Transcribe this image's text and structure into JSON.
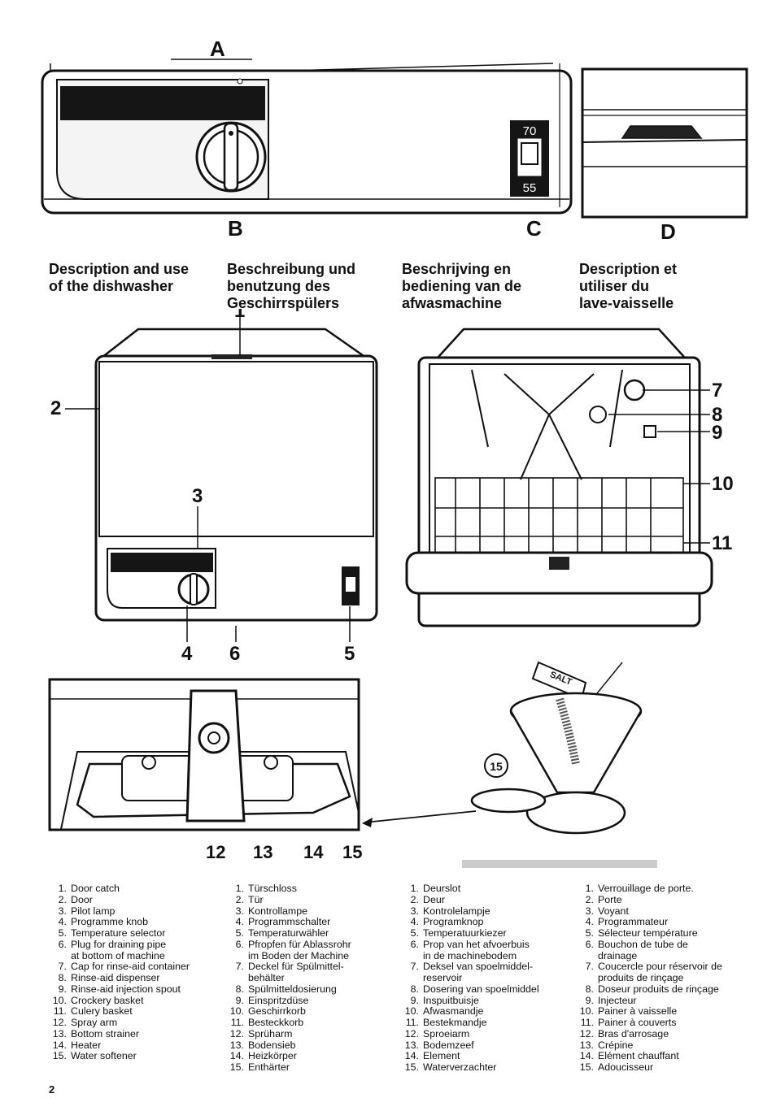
{
  "labels": {
    "A": "A",
    "B": "B",
    "C": "C",
    "D": "D",
    "temp_high": "70",
    "temp_low": "55",
    "callout_1": "1",
    "callout_2": "2",
    "callout_3": "3",
    "callout_4": "4",
    "callout_5": "5",
    "callout_6": "6",
    "callout_7": "7",
    "callout_8": "8",
    "callout_9": "9",
    "callout_10": "10",
    "callout_11": "11",
    "callout_12": "12",
    "callout_13": "13",
    "callout_14": "14",
    "callout_15": "15",
    "salt": "SALT"
  },
  "headings": {
    "en": "Description and use\nof the dishwasher",
    "de": "Beschreibung und\nbenutzung des\nGeschirrspülers",
    "nl": "Beschrijving en\nbediening van de\nafwasmachine",
    "fr": "Description et\nutiliser du\nlave-vaisselle"
  },
  "legends": {
    "en": [
      {
        "n": "1.",
        "t": "Door catch"
      },
      {
        "n": "2.",
        "t": "Door"
      },
      {
        "n": "3.",
        "t": "Pilot lamp"
      },
      {
        "n": "4.",
        "t": "Programme knob"
      },
      {
        "n": "5.",
        "t": "Temperature selector"
      },
      {
        "n": "6.",
        "t": "Plug for draining pipe\nat bottom of machine"
      },
      {
        "n": "7.",
        "t": "Cap for rinse-aid container"
      },
      {
        "n": "8.",
        "t": "Rinse-aid dispenser"
      },
      {
        "n": "9.",
        "t": "Rinse-aid injection spout"
      },
      {
        "n": "10.",
        "t": "Crockery basket"
      },
      {
        "n": "11.",
        "t": "Culery basket"
      },
      {
        "n": "12.",
        "t": "Spray arm"
      },
      {
        "n": "13.",
        "t": "Bottom strainer"
      },
      {
        "n": "14.",
        "t": "Heater"
      },
      {
        "n": "15.",
        "t": "Water softener"
      }
    ],
    "de": [
      {
        "n": "1.",
        "t": "Türschloss"
      },
      {
        "n": "2.",
        "t": "Tür"
      },
      {
        "n": "3.",
        "t": "Kontrollampe"
      },
      {
        "n": "4.",
        "t": "Programmschalter"
      },
      {
        "n": "5.",
        "t": "Temperaturwähler"
      },
      {
        "n": "6.",
        "t": "Pfropfen für Ablassrohr\nim Boden der Machine"
      },
      {
        "n": "7.",
        "t": "Deckel für Spülmittel-\nbehälter"
      },
      {
        "n": "8.",
        "t": "Spülmitteldosierung"
      },
      {
        "n": "9.",
        "t": "Einspritzdüse"
      },
      {
        "n": "10.",
        "t": "Geschirrkorb"
      },
      {
        "n": "11.",
        "t": "Besteckkorb"
      },
      {
        "n": "12.",
        "t": "Sprüharm"
      },
      {
        "n": "13.",
        "t": "Bodensieb"
      },
      {
        "n": "14.",
        "t": "Heizkörper"
      },
      {
        "n": "15.",
        "t": "Enthärter"
      }
    ],
    "nl": [
      {
        "n": "1.",
        "t": "Deurslot"
      },
      {
        "n": "2.",
        "t": "Deur"
      },
      {
        "n": "3.",
        "t": "Kontrolelampje"
      },
      {
        "n": "4.",
        "t": "Programknop"
      },
      {
        "n": "5.",
        "t": "Temperatuurkiezer"
      },
      {
        "n": "6.",
        "t": "Prop van het afvoerbuis\nin de machinebodem"
      },
      {
        "n": "7.",
        "t": "Deksel van spoelmiddel-\nreservoir"
      },
      {
        "n": "8.",
        "t": "Dosering van spoelmiddel"
      },
      {
        "n": "9.",
        "t": "Inspuitbuisje"
      },
      {
        "n": "10.",
        "t": "Afwasmandje"
      },
      {
        "n": "11.",
        "t": "Bestekmandje"
      },
      {
        "n": "12.",
        "t": "Sproeiarm"
      },
      {
        "n": "13.",
        "t": "Bodemzeef"
      },
      {
        "n": "14.",
        "t": "Element"
      },
      {
        "n": "15.",
        "t": "Waterverzachter"
      }
    ],
    "fr": [
      {
        "n": "1.",
        "t": "Verrouillage de porte."
      },
      {
        "n": "2.",
        "t": "Porte"
      },
      {
        "n": "3.",
        "t": "Voyant"
      },
      {
        "n": "4.",
        "t": "Programmateur"
      },
      {
        "n": "5.",
        "t": "Sélecteur température"
      },
      {
        "n": "6.",
        "t": "Bouchon de tube de\ndrainage"
      },
      {
        "n": "7.",
        "t": "Coucercle pour réservoir de\nproduits de rinçage"
      },
      {
        "n": "8.",
        "t": "Doseur produits de rinçage"
      },
      {
        "n": "9.",
        "t": "Injecteur"
      },
      {
        "n": "10.",
        "t": "Painer à vaisselle"
      },
      {
        "n": "11.",
        "t": "Painer à couverts"
      },
      {
        "n": "12.",
        "t": "Bras d'arrosage"
      },
      {
        "n": "13.",
        "t": "Crépine"
      },
      {
        "n": "14.",
        "t": "Elément chauffant"
      },
      {
        "n": "15.",
        "t": "Adoucisseur"
      }
    ]
  },
  "page_number": "2"
}
